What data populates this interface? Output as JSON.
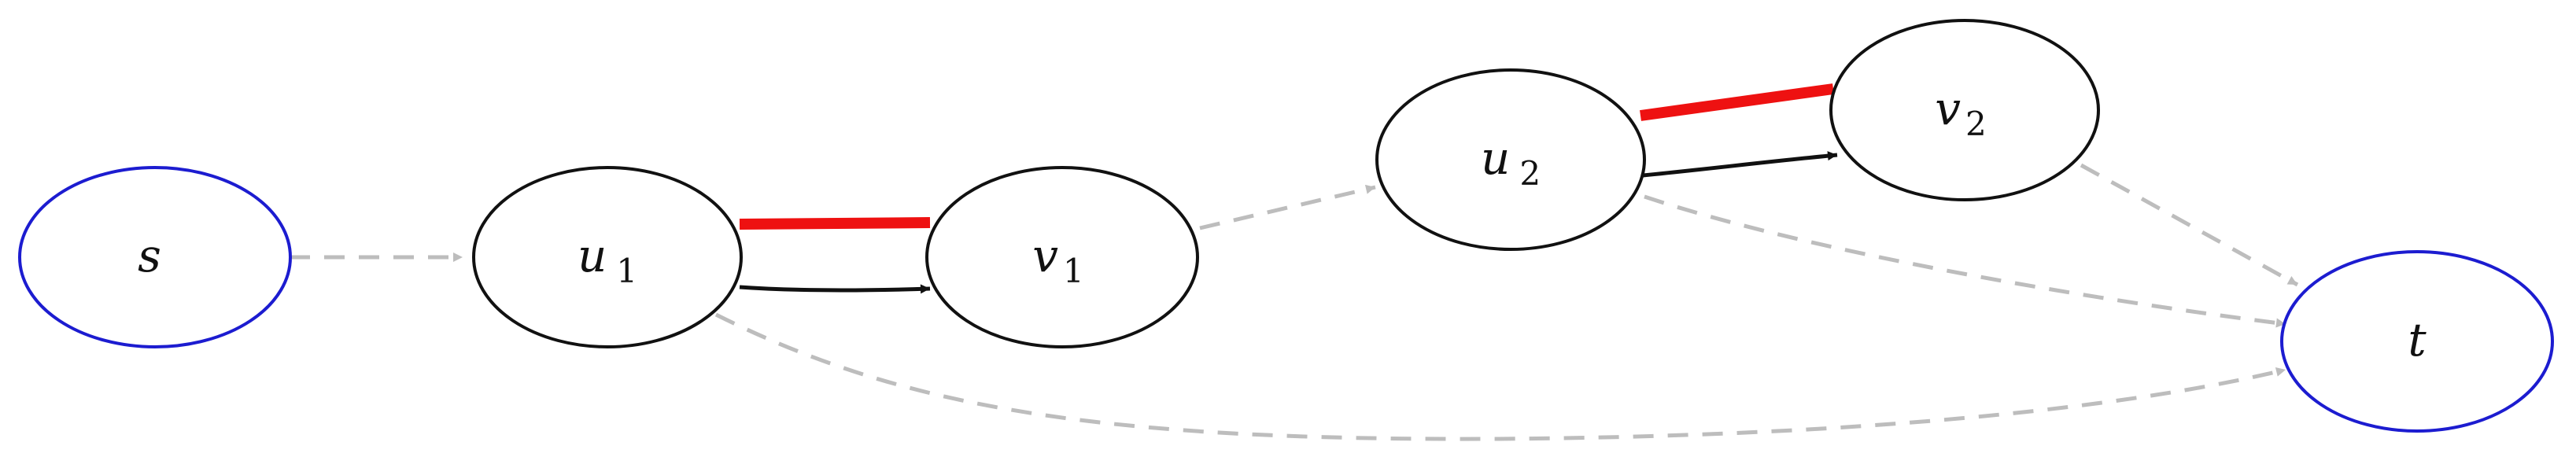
{
  "colors": {
    "terminal_node": "#1c1cd0",
    "inner_node": "#111111",
    "highlight_edge": "#ee1111",
    "solid_edge": "#111111",
    "dashed_edge": "#bdbdbd"
  },
  "nodes": [
    {
      "id": "s",
      "symbol": "s",
      "subscript": "",
      "kind": "terminal"
    },
    {
      "id": "u1",
      "symbol": "u",
      "subscript": "1",
      "kind": "inner"
    },
    {
      "id": "v1",
      "symbol": "v",
      "subscript": "1",
      "kind": "inner"
    },
    {
      "id": "u2",
      "symbol": "u",
      "subscript": "2",
      "kind": "inner"
    },
    {
      "id": "v2",
      "symbol": "v",
      "subscript": "2",
      "kind": "inner"
    },
    {
      "id": "t",
      "symbol": "t",
      "subscript": "",
      "kind": "terminal"
    }
  ],
  "edges": [
    {
      "from": "s",
      "to": "u1",
      "style": "dashed"
    },
    {
      "from": "u1",
      "to": "v1",
      "style": "highlight"
    },
    {
      "from": "u1",
      "to": "v1",
      "style": "solid"
    },
    {
      "from": "v1",
      "to": "u2",
      "style": "dashed"
    },
    {
      "from": "u2",
      "to": "v2",
      "style": "highlight"
    },
    {
      "from": "u2",
      "to": "v2",
      "style": "solid"
    },
    {
      "from": "v2",
      "to": "t",
      "style": "dashed"
    },
    {
      "from": "u2",
      "to": "t",
      "style": "dashed"
    },
    {
      "from": "u1",
      "to": "t",
      "style": "dashed"
    }
  ]
}
